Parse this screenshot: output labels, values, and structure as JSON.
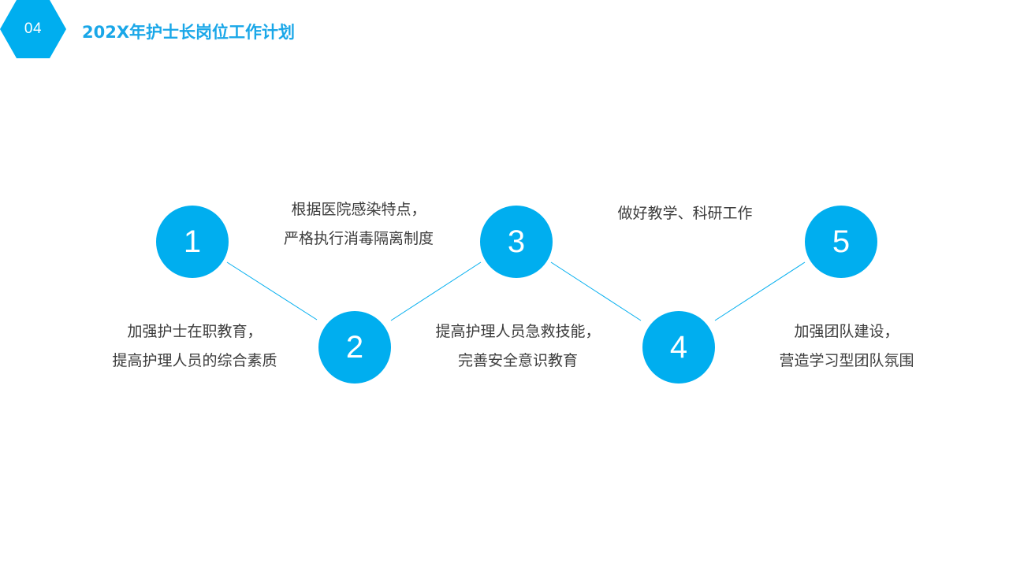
{
  "header": {
    "section_number": "04",
    "title": "202X年护士长岗位工作计划",
    "accent_color": "#00aeef"
  },
  "steps": [
    {
      "number": "1",
      "lines": [
        "加强护士在职教育，",
        "提高护理人员的综合素质"
      ]
    },
    {
      "number": "2",
      "lines": [
        "根据医院感染特点，",
        "严格执行消毒隔离制度"
      ]
    },
    {
      "number": "3",
      "lines": [
        "提高护理人员急救技能，",
        "完善安全意识教育"
      ]
    },
    {
      "number": "4",
      "lines": [
        "做好教学、科研工作"
      ]
    },
    {
      "number": "5",
      "lines": [
        "加强团队建设，",
        "营造学习型团队氛围"
      ]
    }
  ]
}
